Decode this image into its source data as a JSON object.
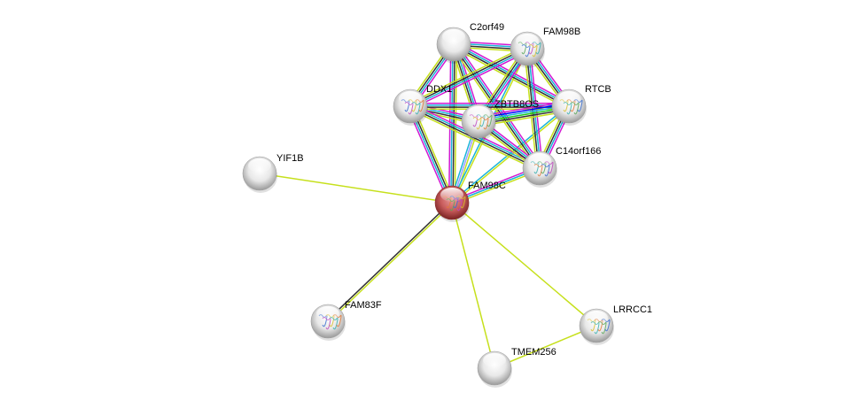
{
  "diagram": {
    "type": "protein-interaction-network",
    "edge_colors": {
      "textmining": "#c6e01c",
      "coexpression": "#333333",
      "database": "#19b4d8",
      "experiment": "#d11ad1",
      "homology": "#9f9fff",
      "neighborhood": "#1ac81a",
      "fusion": "#0000ff"
    },
    "nodes": [
      {
        "id": "C2orf49",
        "label": "C2orf49",
        "query": false,
        "structure": false
      },
      {
        "id": "FAM98B",
        "label": "FAM98B",
        "query": false,
        "structure": true
      },
      {
        "id": "DDX1",
        "label": "DDX1",
        "query": false,
        "structure": true
      },
      {
        "id": "ZBTB8OS",
        "label": "ZBTB8OS",
        "query": false,
        "structure": true
      },
      {
        "id": "RTCB",
        "label": "RTCB",
        "query": false,
        "structure": true
      },
      {
        "id": "C14orf166",
        "label": "C14orf166",
        "query": false,
        "structure": true
      },
      {
        "id": "FAM98C",
        "label": "FAM98C",
        "query": true,
        "structure": true
      },
      {
        "id": "YIF1B",
        "label": "YIF1B",
        "query": false,
        "structure": false
      },
      {
        "id": "FAM83F",
        "label": "FAM83F",
        "query": false,
        "structure": true
      },
      {
        "id": "TMEM256",
        "label": "TMEM256",
        "query": false,
        "structure": false
      },
      {
        "id": "LRRCC1",
        "label": "LRRCC1",
        "query": false,
        "structure": true
      }
    ],
    "edges": [
      {
        "a": "FAM98C",
        "b": "YIF1B",
        "types": [
          "textmining"
        ]
      },
      {
        "a": "FAM98C",
        "b": "FAM83F",
        "types": [
          "textmining",
          "coexpression"
        ]
      },
      {
        "a": "FAM98C",
        "b": "TMEM256",
        "types": [
          "textmining"
        ]
      },
      {
        "a": "FAM98C",
        "b": "LRRCC1",
        "types": [
          "textmining"
        ]
      },
      {
        "a": "TMEM256",
        "b": "LRRCC1",
        "types": [
          "textmining"
        ]
      },
      {
        "a": "FAM98C",
        "b": "C2orf49",
        "types": [
          "experiment",
          "database",
          "coexpression",
          "textmining"
        ]
      },
      {
        "a": "FAM98C",
        "b": "DDX1",
        "types": [
          "experiment",
          "database",
          "coexpression",
          "textmining"
        ]
      },
      {
        "a": "FAM98C",
        "b": "ZBTB8OS",
        "types": [
          "database",
          "homology",
          "textmining"
        ]
      },
      {
        "a": "FAM98C",
        "b": "C14orf166",
        "types": [
          "experiment",
          "database",
          "textmining"
        ]
      },
      {
        "a": "FAM98C",
        "b": "FAM98B",
        "types": [
          "database",
          "textmining"
        ]
      },
      {
        "a": "FAM98C",
        "b": "RTCB",
        "types": [
          "database",
          "textmining"
        ]
      },
      {
        "a": "C2orf49",
        "b": "FAM98B",
        "types": [
          "experiment",
          "database",
          "coexpression",
          "textmining"
        ]
      },
      {
        "a": "C2orf49",
        "b": "DDX1",
        "types": [
          "experiment",
          "database",
          "coexpression",
          "textmining"
        ]
      },
      {
        "a": "C2orf49",
        "b": "ZBTB8OS",
        "types": [
          "experiment",
          "database",
          "coexpression",
          "textmining"
        ]
      },
      {
        "a": "C2orf49",
        "b": "RTCB",
        "types": [
          "experiment",
          "database",
          "coexpression",
          "textmining"
        ]
      },
      {
        "a": "C2orf49",
        "b": "C14orf166",
        "types": [
          "experiment",
          "database",
          "coexpression",
          "textmining"
        ]
      },
      {
        "a": "FAM98B",
        "b": "DDX1",
        "types": [
          "experiment",
          "database",
          "coexpression",
          "textmining"
        ]
      },
      {
        "a": "FAM98B",
        "b": "ZBTB8OS",
        "types": [
          "experiment",
          "database",
          "coexpression",
          "textmining"
        ]
      },
      {
        "a": "FAM98B",
        "b": "RTCB",
        "types": [
          "experiment",
          "database",
          "coexpression",
          "textmining"
        ]
      },
      {
        "a": "FAM98B",
        "b": "C14orf166",
        "types": [
          "experiment",
          "database",
          "coexpression",
          "textmining"
        ]
      },
      {
        "a": "DDX1",
        "b": "ZBTB8OS",
        "types": [
          "experiment",
          "database",
          "coexpression",
          "textmining"
        ]
      },
      {
        "a": "DDX1",
        "b": "RTCB",
        "types": [
          "experiment",
          "database",
          "coexpression",
          "textmining"
        ]
      },
      {
        "a": "DDX1",
        "b": "C14orf166",
        "types": [
          "experiment",
          "database",
          "coexpression",
          "textmining"
        ]
      },
      {
        "a": "ZBTB8OS",
        "b": "RTCB",
        "types": [
          "experiment",
          "fusion",
          "database",
          "neighborhood",
          "coexpression",
          "textmining"
        ]
      },
      {
        "a": "ZBTB8OS",
        "b": "C14orf166",
        "types": [
          "experiment",
          "database",
          "coexpression",
          "textmining"
        ]
      },
      {
        "a": "RTCB",
        "b": "C14orf166",
        "types": [
          "experiment",
          "database",
          "coexpression",
          "textmining"
        ]
      }
    ]
  }
}
